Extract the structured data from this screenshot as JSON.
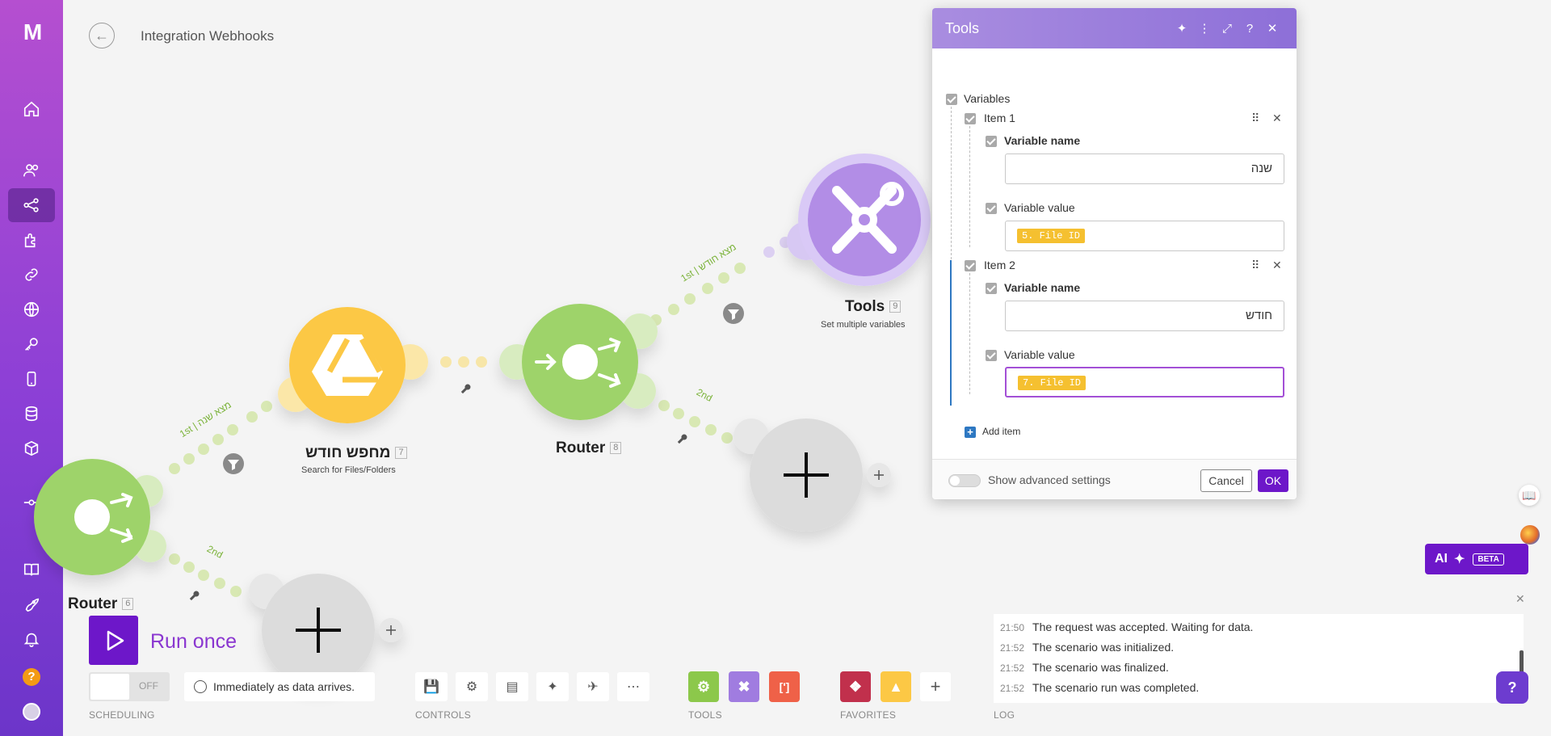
{
  "header": {
    "title": "Integration Webhooks",
    "back_icon": "arrow-left-icon"
  },
  "sidebar": {
    "logo": "M",
    "items": [
      {
        "name": "home-icon"
      },
      {
        "name": "team-icon"
      },
      {
        "name": "scenarios-icon",
        "active": true
      },
      {
        "name": "apps-icon"
      },
      {
        "name": "connections-icon"
      },
      {
        "name": "webhooks-icon"
      },
      {
        "name": "keys-icon"
      },
      {
        "name": "devices-icon"
      },
      {
        "name": "datastores-icon"
      },
      {
        "name": "datastructures-icon"
      },
      {
        "name": "flow-icon"
      },
      {
        "name": "docs-icon"
      },
      {
        "name": "launch-icon"
      },
      {
        "name": "notifications-icon"
      }
    ],
    "help_label": "?"
  },
  "canvas": {
    "nodes": [
      {
        "id": "router6",
        "label": "Router",
        "number": "6"
      },
      {
        "id": "drive7",
        "label": "מחפש חודש",
        "number": "7",
        "subtitle": "Search for Files/Folders"
      },
      {
        "id": "router8",
        "label": "Router",
        "number": "8"
      },
      {
        "id": "tools9",
        "label": "Tools",
        "number": "9",
        "subtitle": "Set multiple variables"
      }
    ],
    "routes": [
      {
        "label": "1st | מצא שנה"
      },
      {
        "label": "2nd"
      },
      {
        "label": "1st | מצא חודש"
      },
      {
        "label": "2nd"
      }
    ]
  },
  "dialog": {
    "title": "Tools",
    "variables_label": "Variables",
    "items": [
      {
        "title": "Item 1",
        "name_label": "Variable name",
        "name_value": "שנה",
        "value_label": "Variable value",
        "value_pill": "5. File ID"
      },
      {
        "title": "Item 2",
        "name_label": "Variable name",
        "name_value": "חודש",
        "value_label": "Variable value",
        "value_pill": "7. File ID"
      }
    ],
    "add_item": "Add item",
    "advanced": "Show advanced settings",
    "cancel": "Cancel",
    "ok": "OK"
  },
  "run": {
    "label": "Run once",
    "toggle_off": "OFF",
    "schedule": "Immediately as data arrives."
  },
  "sections": {
    "scheduling": "SCHEDULING",
    "controls": "CONTROLS",
    "tools": "TOOLS",
    "favorites": "FAVORITES",
    "log": "LOG"
  },
  "ai": {
    "label": "AI",
    "badge": "BETA"
  },
  "log": [
    {
      "time": "21:50",
      "text": "The request was accepted. Waiting for data."
    },
    {
      "time": "21:52",
      "text": "The scenario was initialized."
    },
    {
      "time": "21:52",
      "text": "The scenario was finalized."
    },
    {
      "time": "21:52",
      "text": "The scenario run was completed."
    }
  ],
  "colors": {
    "brand": "#6d17c9",
    "router": "#9ed36a",
    "drive": "#fcc845",
    "tools": "#b28de6",
    "tools_tile": "#9f7be0",
    "route": "#7bb33a"
  }
}
